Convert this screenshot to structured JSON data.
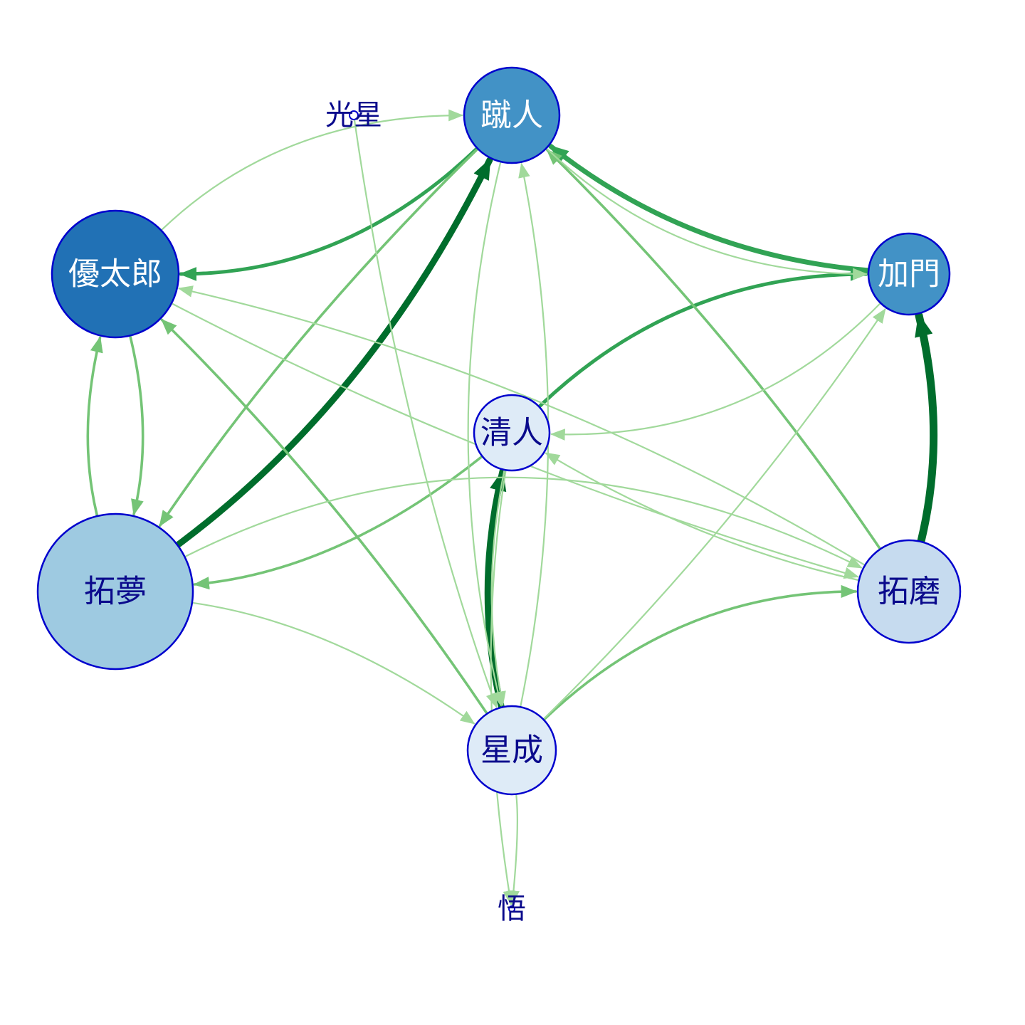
{
  "graph": {
    "nodes": [
      {
        "id": "shuto",
        "label": "蹴人",
        "shade": "#4292c6"
      },
      {
        "id": "yutaro",
        "label": "優太郎",
        "shade": "#2171b5"
      },
      {
        "id": "kamon",
        "label": "加門",
        "shade": "#4292c6"
      },
      {
        "id": "kiyoto",
        "label": "清人",
        "shade": "#deebf7"
      },
      {
        "id": "takumu",
        "label": "拓夢",
        "shade": "#9ecae1"
      },
      {
        "id": "takuma",
        "label": "拓磨",
        "shade": "#c6dbef"
      },
      {
        "id": "seina",
        "label": "星成",
        "shade": "#deebf7"
      },
      {
        "id": "kosei",
        "label": "光星",
        "shade": "#ffffff"
      },
      {
        "id": "satoru",
        "label": "悟",
        "shade": "#ffffff"
      }
    ],
    "edges": [
      {
        "from": "takumu",
        "to": "shuto",
        "weight": 5
      },
      {
        "from": "takuma",
        "to": "kamon",
        "weight": 6
      },
      {
        "from": "seina",
        "to": "kiyoto",
        "weight": 5
      },
      {
        "from": "kamon",
        "to": "shuto",
        "weight": 4
      },
      {
        "from": "kiyoto",
        "to": "kamon",
        "weight": 3
      },
      {
        "from": "shuto",
        "to": "yutaro",
        "weight": 3
      },
      {
        "from": "shuto",
        "to": "takumu",
        "weight": 2
      },
      {
        "from": "takuma",
        "to": "shuto",
        "weight": 2
      },
      {
        "from": "seina",
        "to": "yutaro",
        "weight": 2
      },
      {
        "from": "kiyoto",
        "to": "takumu",
        "weight": 2
      },
      {
        "from": "seina",
        "to": "takuma",
        "weight": 2
      },
      {
        "from": "takumu",
        "to": "yutaro",
        "weight": 2
      },
      {
        "from": "yutaro",
        "to": "takumu",
        "weight": 2
      },
      {
        "from": "yutaro",
        "to": "shuto",
        "weight": 1
      },
      {
        "from": "shuto",
        "to": "kamon",
        "weight": 1
      },
      {
        "from": "takuma",
        "to": "yutaro",
        "weight": 1
      },
      {
        "from": "yutaro",
        "to": "takuma",
        "weight": 1
      },
      {
        "from": "takumu",
        "to": "takuma",
        "weight": 1
      },
      {
        "from": "takuma",
        "to": "kiyoto",
        "weight": 1
      },
      {
        "from": "kamon",
        "to": "kiyoto",
        "weight": 1
      },
      {
        "from": "kiyoto",
        "to": "seina",
        "weight": 1
      },
      {
        "from": "seina",
        "to": "shuto",
        "weight": 1
      },
      {
        "from": "shuto",
        "to": "seina",
        "weight": 1
      },
      {
        "from": "kosei",
        "to": "seina",
        "weight": 1
      },
      {
        "from": "takumu",
        "to": "seina",
        "weight": 1
      },
      {
        "from": "seina",
        "to": "kamon",
        "weight": 1
      },
      {
        "from": "seina",
        "to": "satoru",
        "weight": 1
      },
      {
        "from": "kiyoto",
        "to": "satoru",
        "weight": 1
      }
    ]
  },
  "colors": {
    "edge_light": "#a1d99b",
    "edge_mid": "#74c476",
    "edge_strong": "#31a354",
    "edge_darkest": "#006d2c",
    "node_border": "#0000cd",
    "label_dark": "#0a0a8c",
    "label_light": "#ffffff"
  }
}
